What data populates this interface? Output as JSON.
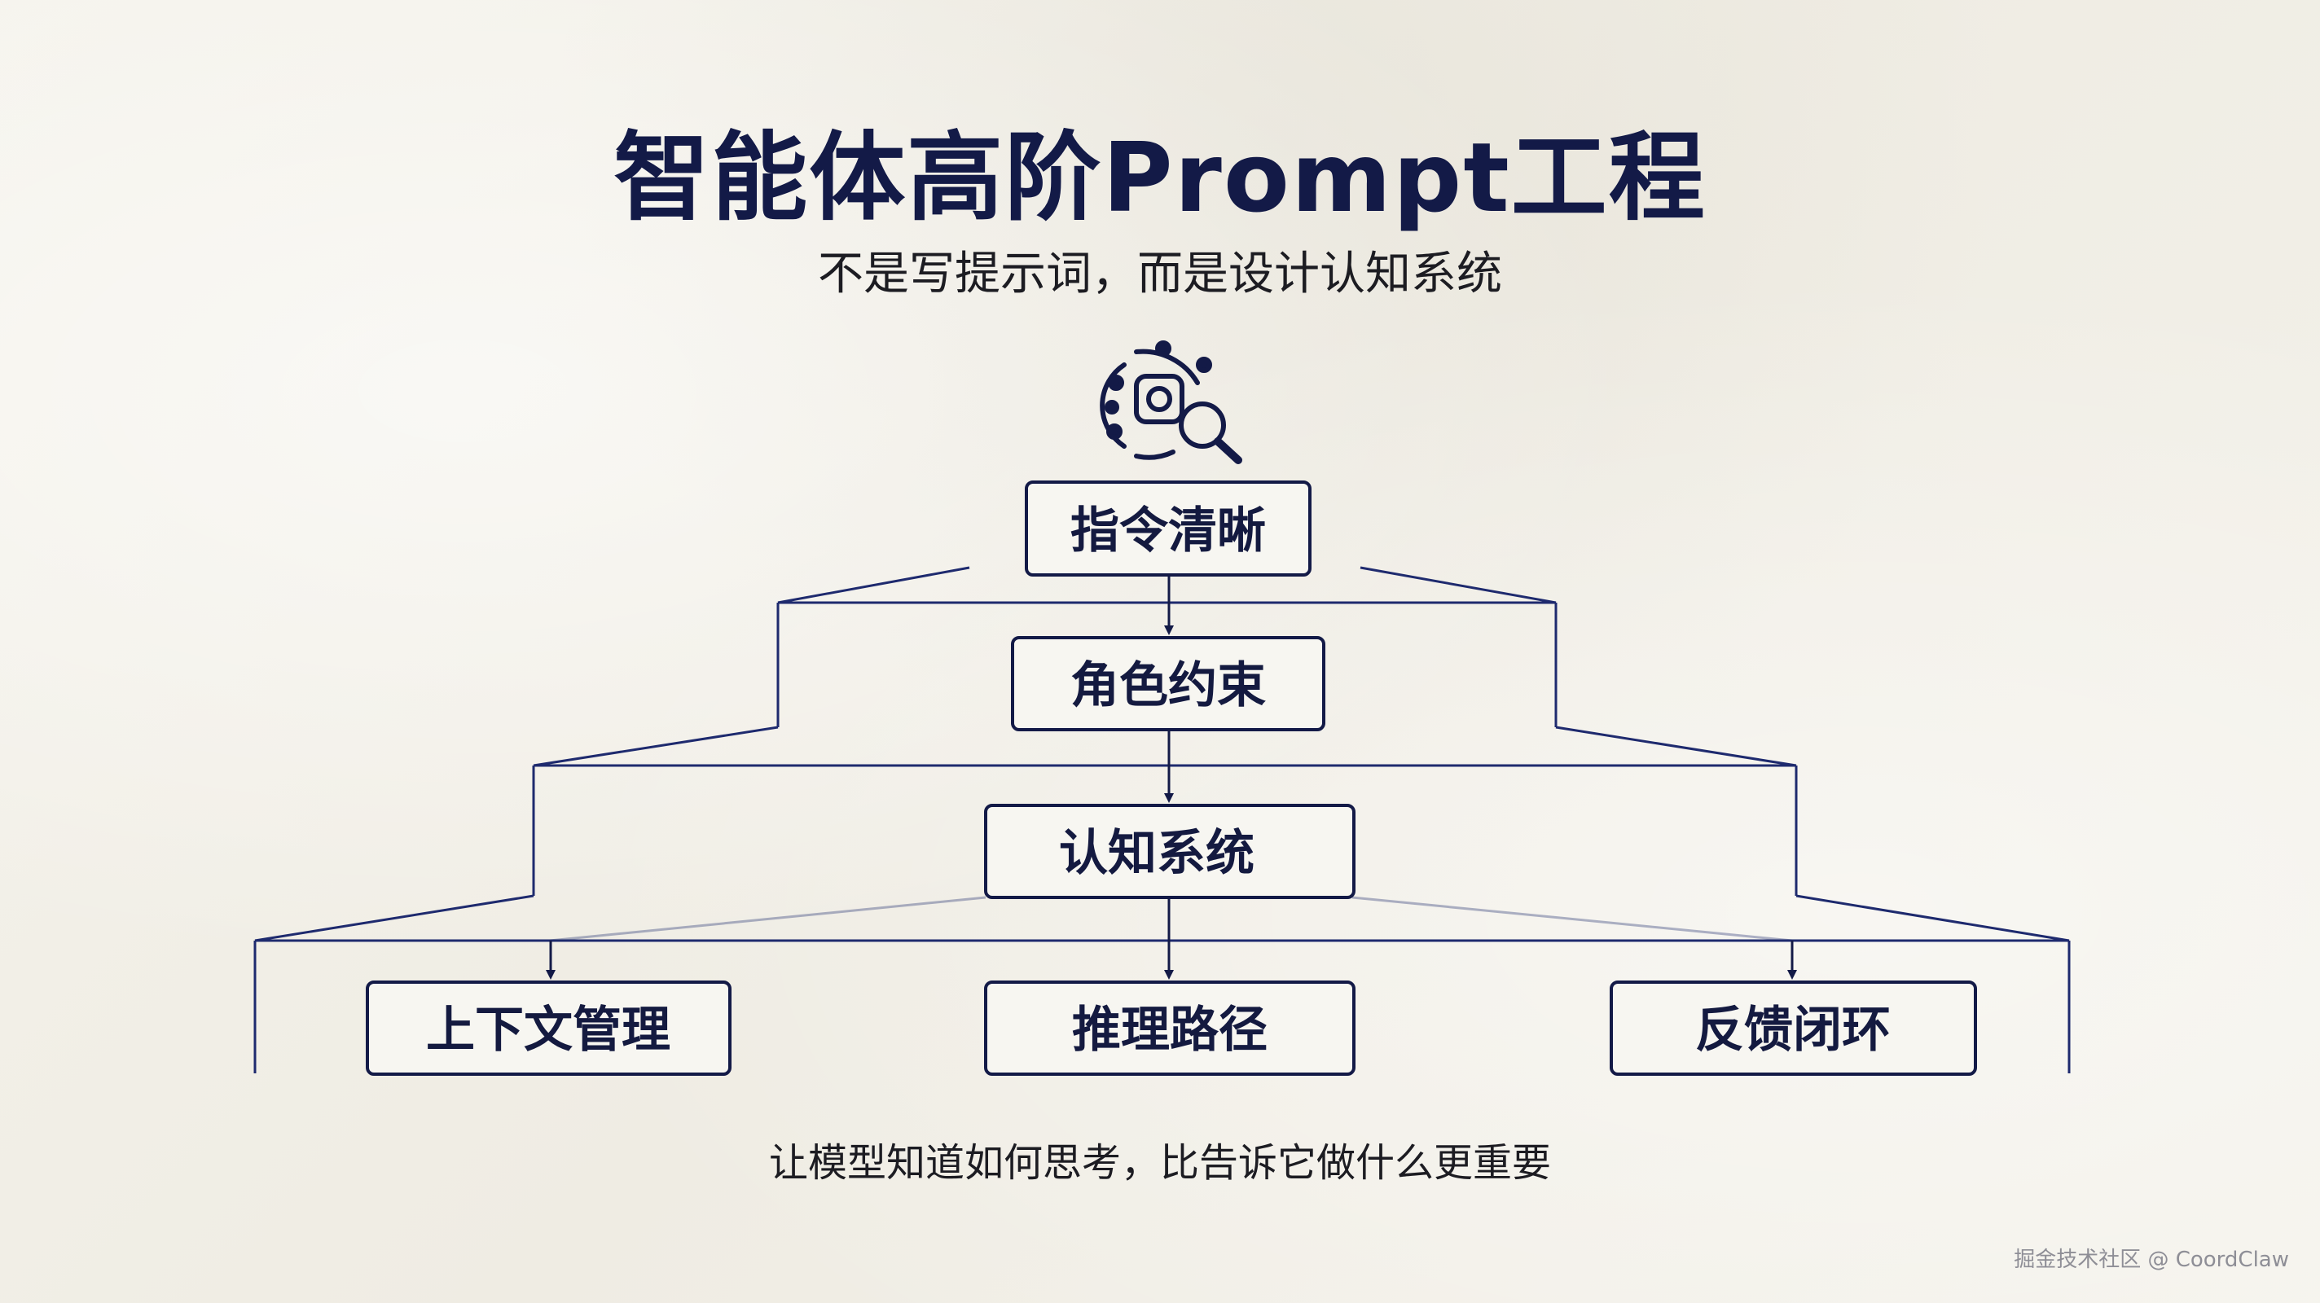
{
  "header": {
    "title": "智能体高阶Prompt工程",
    "subtitle": "不是写提示词，而是设计认知系统"
  },
  "diagram": {
    "top_icon": "brain-search-icon",
    "nodes": {
      "instruction": "指令清晰",
      "role": "角色约束",
      "cognition": "认知系统",
      "context": "上下文管理",
      "reasoning": "推理路径",
      "feedback": "反馈闭环"
    }
  },
  "footer": {
    "caption": "让模型知道如何思考，比告诉它做什么更重要",
    "watermark": "掘金技术社区 @ CoordClaw"
  },
  "colors": {
    "ink": "#131a47",
    "background": "#f3f1ea"
  }
}
